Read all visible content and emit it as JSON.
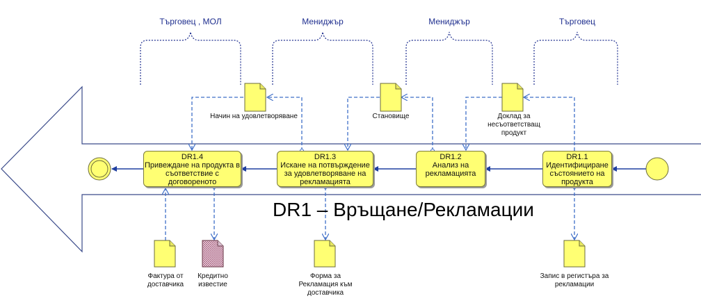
{
  "title": "DR1 – Връщане/Рекламации",
  "roles": [
    "Търговец , МОЛ",
    "Мениджър",
    "Мениджър",
    "Търговец"
  ],
  "tasks": [
    {
      "id": "DR1.1",
      "label": "Идентифициране състоянието на продукта"
    },
    {
      "id": "DR1.2",
      "label": "Анализ на рекламацията"
    },
    {
      "id": "DR1.3",
      "label": "Искане на потвърждение за удовлетворяване на рекламацията"
    },
    {
      "id": "DR1.4",
      "label": "Привеждане на продукта в съответствие с договореното"
    }
  ],
  "documents_top": [
    {
      "label": "Начин на удовлетворяване"
    },
    {
      "label": "Становище"
    },
    {
      "label": "Доклад за несъответстващ продукт"
    }
  ],
  "documents_bottom": [
    {
      "label": "Фактура от доставчика"
    },
    {
      "label": "Кредитно известие"
    },
    {
      "label": "Форма за Рекламация към доставчика"
    },
    {
      "label": "Запис в регистъра за рекламации"
    }
  ],
  "colors": {
    "task_fill": "#ffff73",
    "connector": "#3f6fc8",
    "flow": "#1f3fa0",
    "role_text": "#1f2f8f"
  }
}
